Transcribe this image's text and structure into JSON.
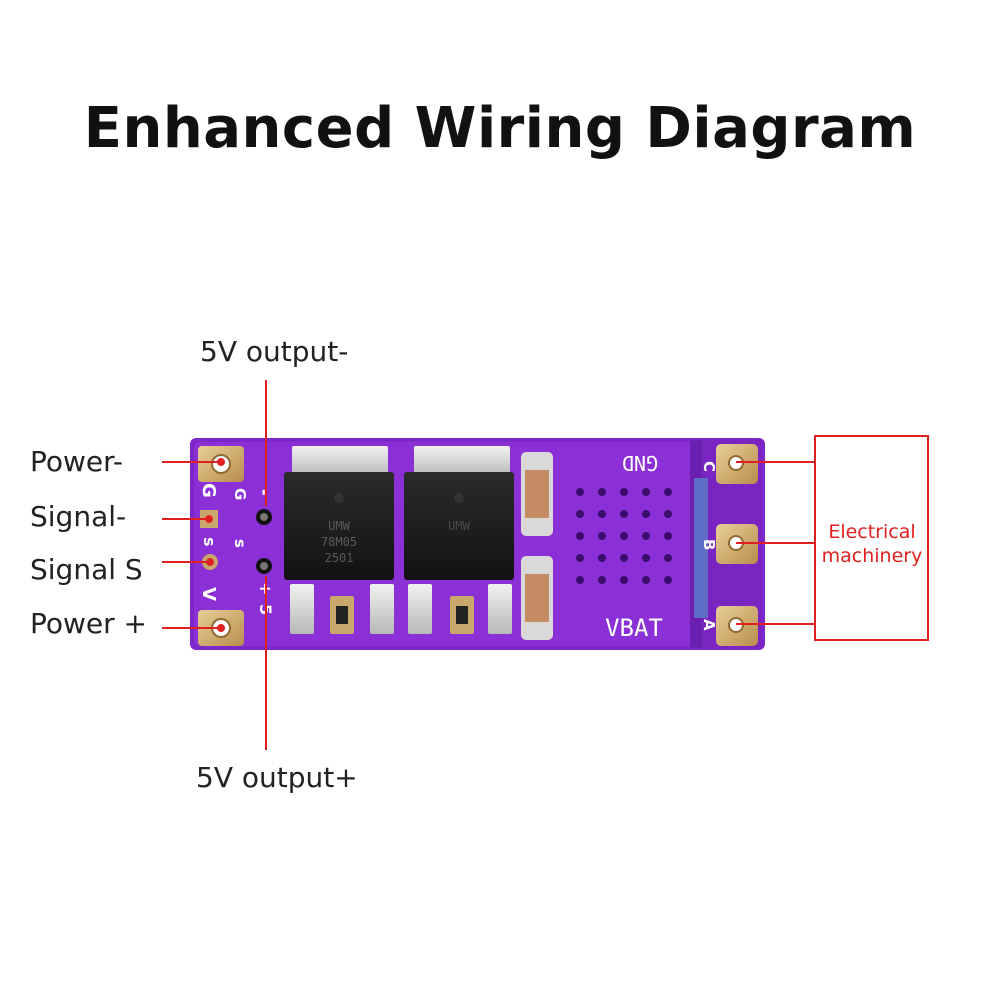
{
  "title": "Enhanced Wiring Diagram",
  "labels": {
    "output_minus": "5V output-",
    "output_plus": "5V output+",
    "power_minus": "Power-",
    "signal_minus": "Signal-",
    "signal_s": "Signal S",
    "power_plus": "Power +"
  },
  "motor": {
    "line1": "Electrical",
    "line2": "machinery"
  },
  "board": {
    "silk_gnd": "GND",
    "silk_vbat": "VBAT",
    "pin_g": "G",
    "pin_s": "s",
    "pin_v": "V",
    "pin_minus": "-",
    "pin_plus": "+",
    "pin_five": "5",
    "phase_a": "A",
    "phase_b": "B",
    "phase_c": "C",
    "chip_line1": "UMW",
    "chip_line2": "78M05",
    "chip_line3": "2501"
  },
  "colors": {
    "pcb": "#8a2be2",
    "pcb_dark": "#6a1fb0",
    "pad": "#c9a66b",
    "lead": "#e02020",
    "accent_text": "#e02020"
  }
}
